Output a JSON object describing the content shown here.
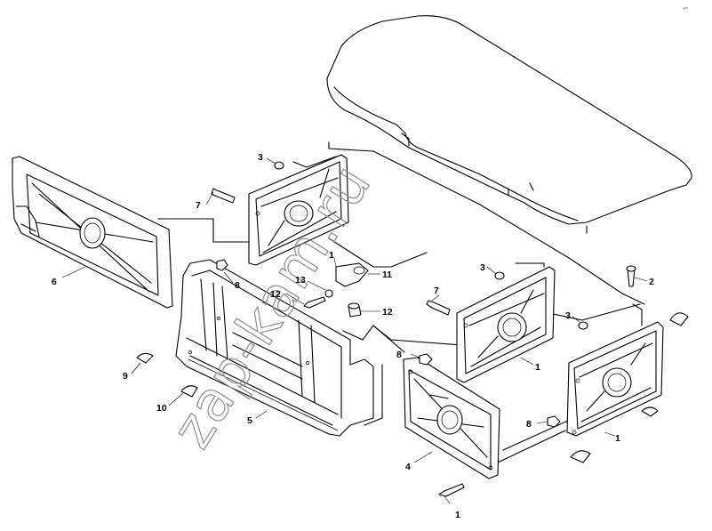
{
  "diagram": {
    "corner_code": "ª** ­­­",
    "watermark": "zap-kam.ru",
    "callouts": [
      {
        "id": "c-3a",
        "text": "3"
      },
      {
        "id": "c-7a",
        "text": "7"
      },
      {
        "id": "c-1a",
        "text": "1"
      },
      {
        "id": "c-11",
        "text": "11"
      },
      {
        "id": "c-13",
        "text": "13"
      },
      {
        "id": "c-12a",
        "text": "12"
      },
      {
        "id": "c-12b",
        "text": "12"
      },
      {
        "id": "c-6",
        "text": "6"
      },
      {
        "id": "c-8a",
        "text": "8"
      },
      {
        "id": "c-3b",
        "text": "3"
      },
      {
        "id": "c-7b",
        "text": "7"
      },
      {
        "id": "c-2",
        "text": "2"
      },
      {
        "id": "c-3c",
        "text": "3"
      },
      {
        "id": "c-1b",
        "text": "1"
      },
      {
        "id": "c-8b",
        "text": "8"
      },
      {
        "id": "c-9",
        "text": "9"
      },
      {
        "id": "c-10",
        "text": "10"
      },
      {
        "id": "c-5",
        "text": "5"
      },
      {
        "id": "c-4",
        "text": "4"
      },
      {
        "id": "c-8c",
        "text": "8"
      },
      {
        "id": "c-1c",
        "text": "1"
      },
      {
        "id": "c-1d",
        "text": "1"
      }
    ]
  }
}
